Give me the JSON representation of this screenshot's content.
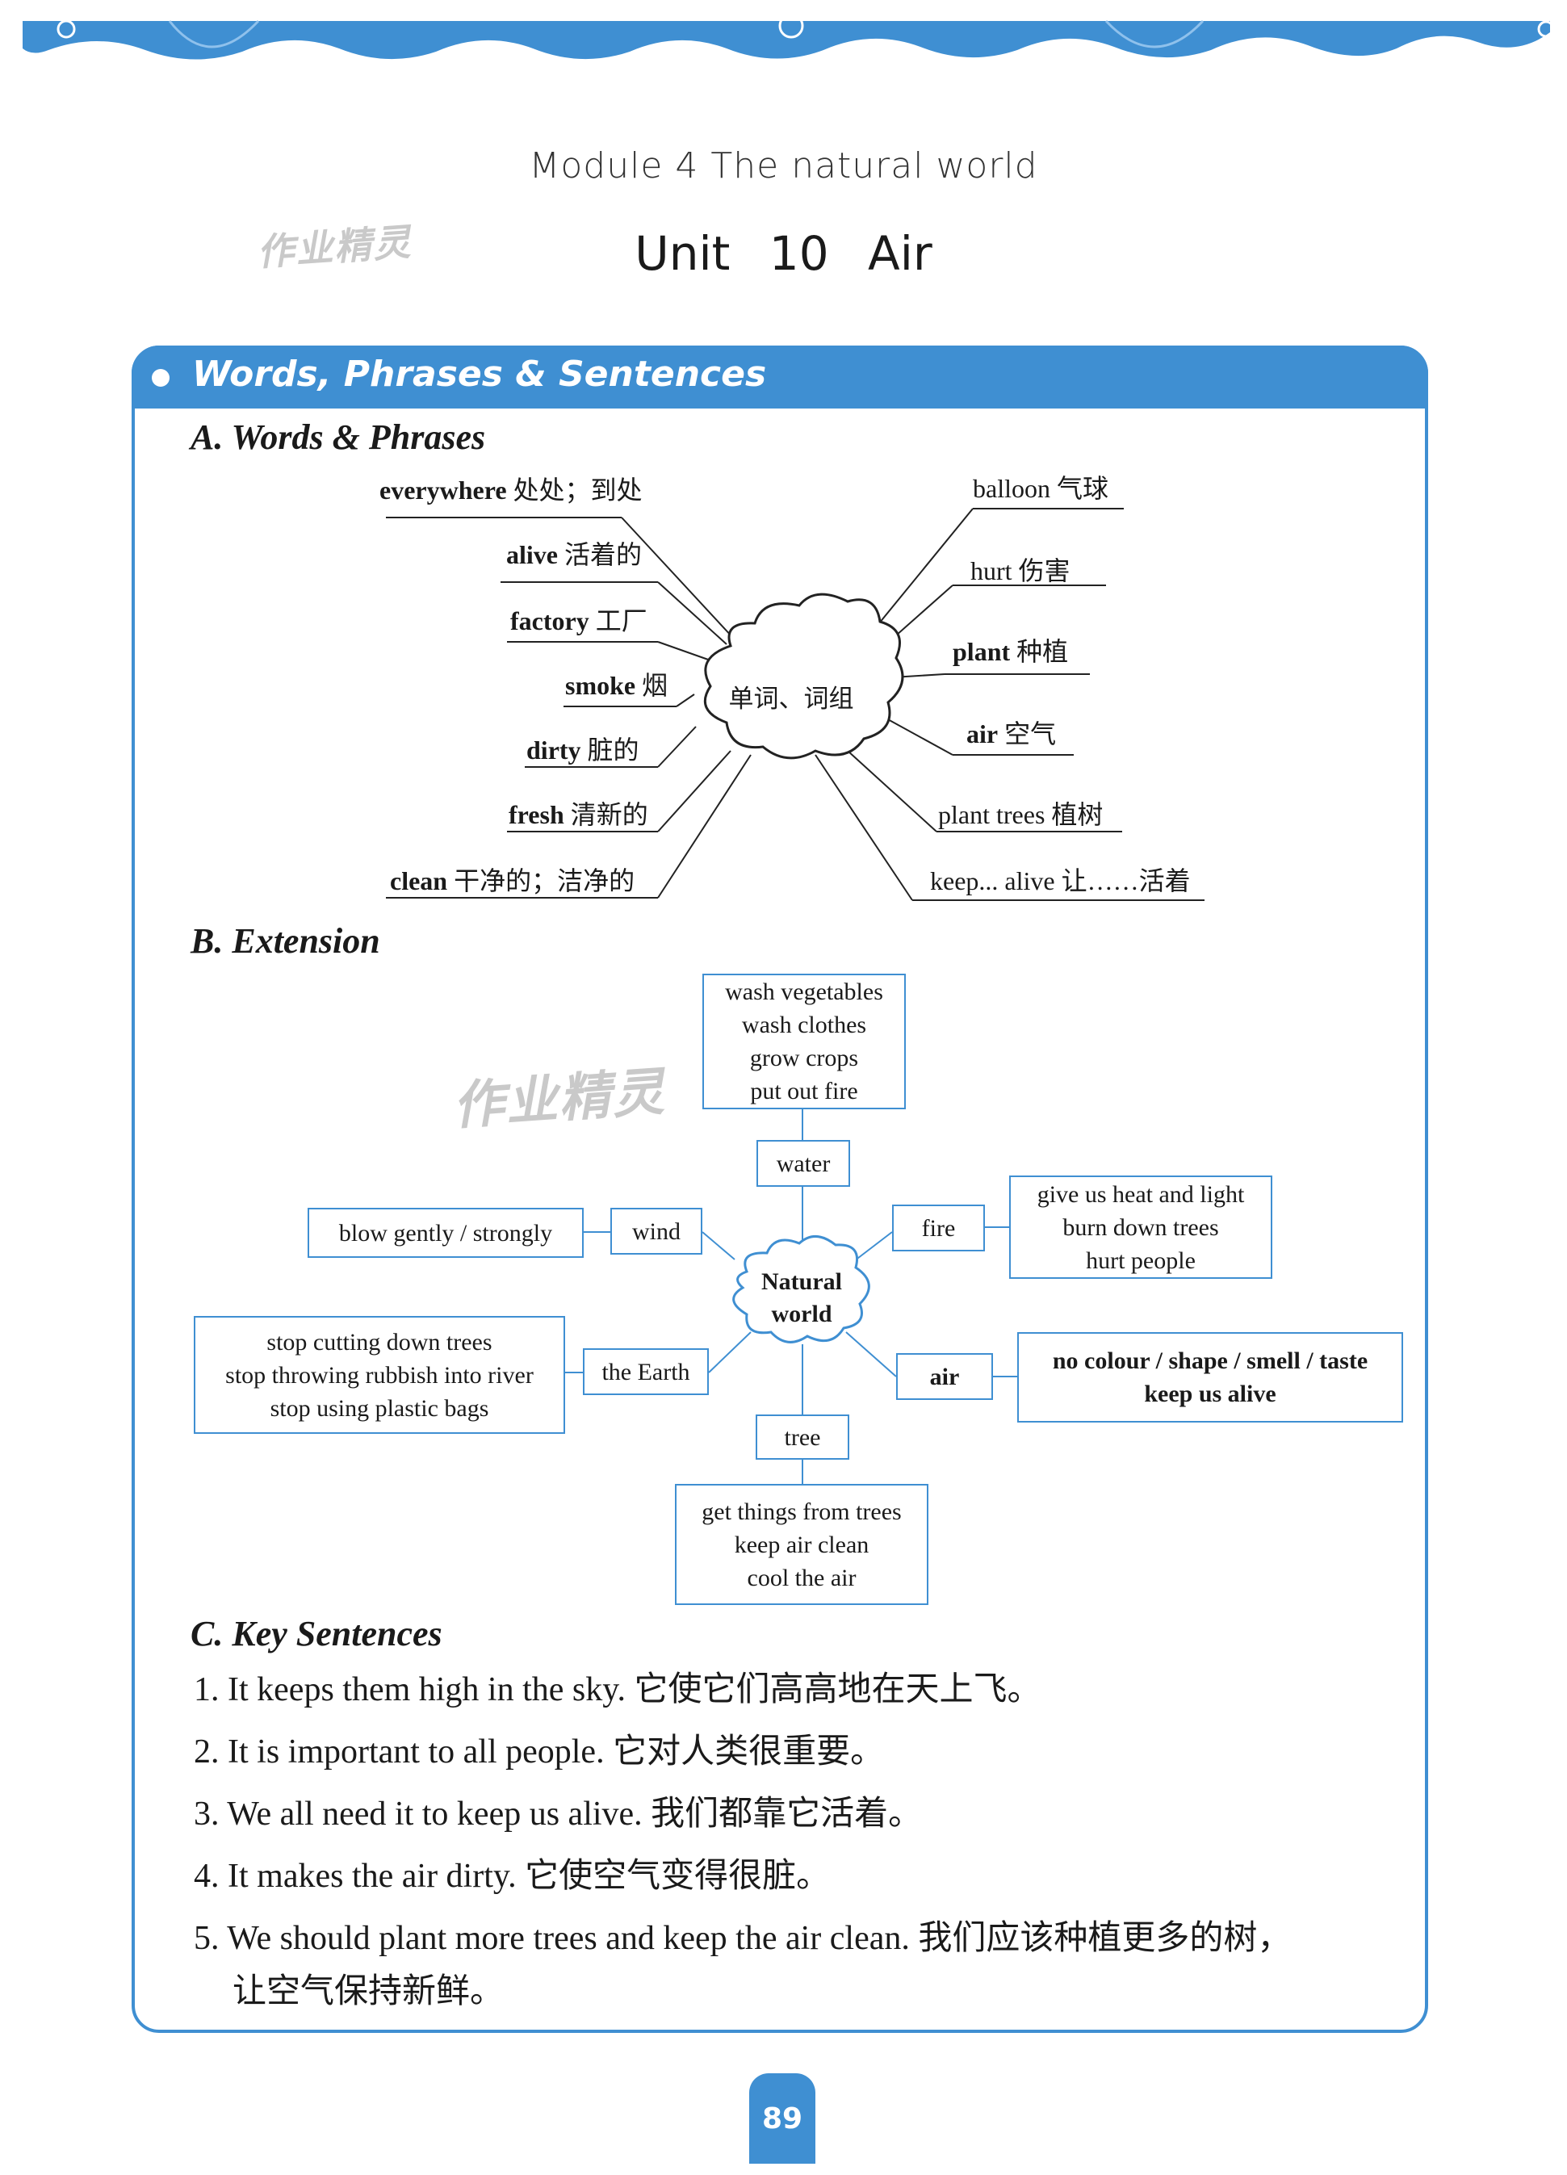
{
  "header": {
    "module": "Module 4    The natural world",
    "unit": "Unit 10 Air",
    "watermark": "作业精灵"
  },
  "section": {
    "title": "Words, Phrases & Sentences",
    "a_title": "A. Words & Phrases",
    "b_title": "B. Extension",
    "c_title": "C. Key Sentences"
  },
  "mindmap": {
    "center": "单词、词组",
    "left": [
      {
        "en": "everywhere",
        "zh": "处处；到处"
      },
      {
        "en": "alive",
        "zh": "活着的"
      },
      {
        "en": "factory",
        "zh": "工厂"
      },
      {
        "en": "smoke",
        "zh": "烟"
      },
      {
        "en": "dirty",
        "zh": "脏的"
      },
      {
        "en": "fresh",
        "zh": "清新的"
      },
      {
        "en": "clean",
        "zh": "干净的；洁净的"
      }
    ],
    "right": [
      {
        "en": "balloon",
        "zh": "气球"
      },
      {
        "en": "hurt",
        "zh": "伤害"
      },
      {
        "en": "plant",
        "zh": "种植"
      },
      {
        "en": "air",
        "zh": "空气"
      },
      {
        "en": "plant trees",
        "zh": "植树"
      },
      {
        "en": "keep... alive",
        "zh": "让……活着"
      }
    ]
  },
  "extension": {
    "center": [
      "Natural",
      "world"
    ],
    "water": {
      "label": "water",
      "items": [
        "wash vegetables",
        "wash clothes",
        "grow crops",
        "put out fire"
      ]
    },
    "fire": {
      "label": "fire",
      "items": [
        "give us heat and light",
        "burn down trees",
        "hurt people"
      ]
    },
    "wind": {
      "label": "wind",
      "items": [
        "blow gently / strongly"
      ]
    },
    "earth": {
      "label": "the Earth",
      "items": [
        "stop cutting down trees",
        "stop throwing rubbish into river",
        "stop using plastic bags"
      ]
    },
    "air": {
      "label": "air",
      "items": [
        "no colour / shape / smell / taste",
        "keep us alive"
      ]
    },
    "tree": {
      "label": "tree",
      "items": [
        "get things from trees",
        "keep air clean",
        "cool the air"
      ]
    }
  },
  "sentences": [
    "1. It keeps them high in the sky. 它使它们高高地在天上飞。",
    "2. It is important to all people. 它对人类很重要。",
    "3. We all need it to keep us alive. 我们都靠它活着。",
    "4. It makes the air dirty. 它使空气变得很脏。",
    "5. We should plant more trees and keep the air clean. 我们应该种植更多的树，",
    "让空气保持新鲜。"
  ],
  "page_number": "89",
  "colors": {
    "accent": "#3f8fd2",
    "text": "#1a1a1a"
  }
}
